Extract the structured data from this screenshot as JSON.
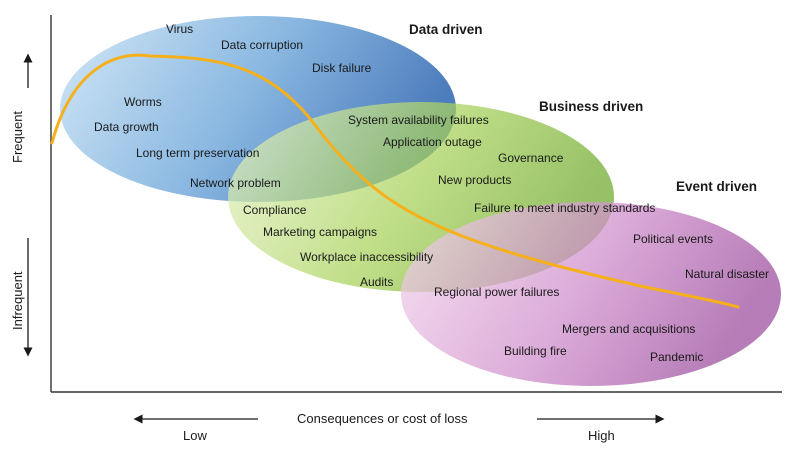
{
  "regions": {
    "data": {
      "title": "Data driven",
      "color": "#5b9bd5",
      "items": [
        "Virus",
        "Data corruption",
        "Disk failure",
        "Worms",
        "Data growth",
        "Long term preservation",
        "Network problem"
      ]
    },
    "business": {
      "title": "Business driven",
      "color": "#8dc63f",
      "items": [
        "System availability failures",
        "Application outage",
        "Governance",
        "New products",
        "Compliance",
        "Marketing campaigns",
        "Workplace inaccessibility",
        "Audits"
      ]
    },
    "event": {
      "title": "Event driven",
      "color": "#b05cb0",
      "items": [
        "Failure to meet industry standards",
        "Political events",
        "Natural disaster",
        "Regional power failures",
        "Mergers and acquisitions",
        "Building fire",
        "Pandemic"
      ]
    }
  },
  "axes": {
    "y_frequent": "Frequent",
    "y_infrequent": "Infrequent",
    "x_title": "Consequences or cost of loss",
    "x_low": "Low",
    "x_high": "High"
  },
  "curve_color": "#f5b01c"
}
